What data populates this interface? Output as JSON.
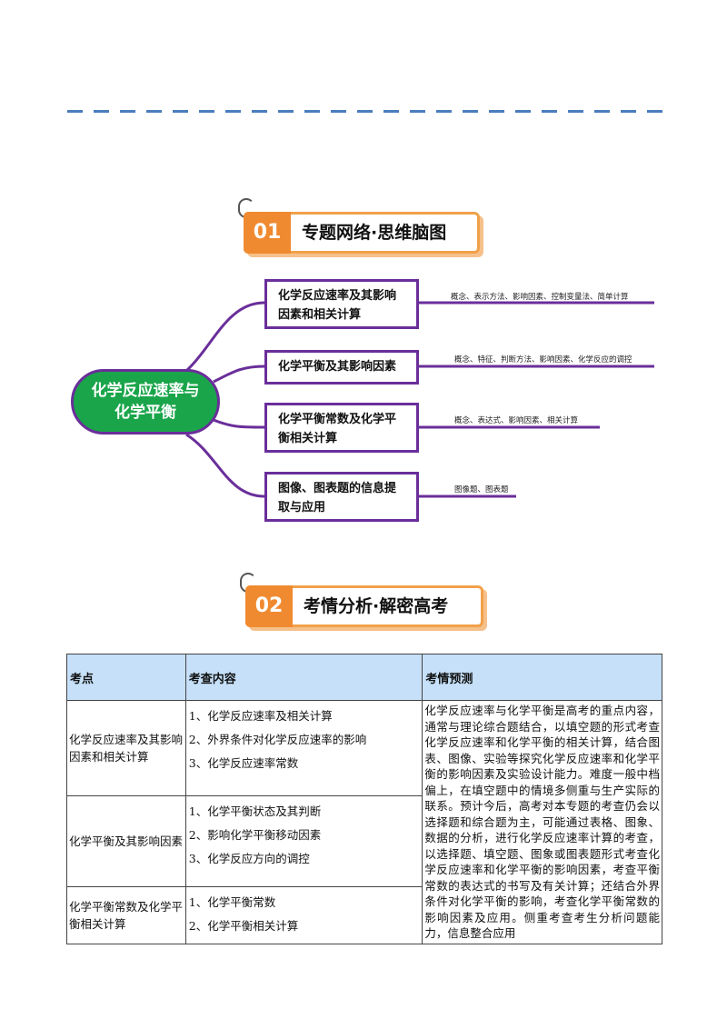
{
  "section1": {
    "number": "01",
    "title": "专题网络·思维脑图"
  },
  "section2": {
    "number": "02",
    "title": "考情分析·解密高考"
  },
  "mindmap": {
    "root": "化学反应速率与化学平衡",
    "branches": [
      {
        "label": "化学反应速率及其影响因素和相关计算",
        "leaf": "概念、表示方法、影响因素、控制变量法、简单计算"
      },
      {
        "label": "化学平衡及其影响因素",
        "leaf": "概念、特征、判断方法、影响因素、化学反应的调控"
      },
      {
        "label": "化学平衡常数及化学平衡相关计算",
        "leaf": "概念、表达式、影响因素、相关计算"
      },
      {
        "label": "图像、图表题的信息提取与应用",
        "leaf": "图像题、图表题"
      }
    ]
  },
  "table": {
    "headers": [
      "考点",
      "考查内容",
      "考情预测"
    ],
    "rows": [
      {
        "topic": "化学反应速率及其影响因素和相关计算",
        "contents": [
          "1、化学反应速率及相关计算",
          "2、外界条件对化学反应速率的影响",
          "3、化学反应速率常数"
        ]
      },
      {
        "topic": "化学平衡及其影响因素",
        "contents": [
          "1、化学平衡状态及其判断",
          "2、影响化学平衡移动因素",
          "3、化学反应方向的调控"
        ]
      },
      {
        "topic": "化学平衡常数及化学平衡相关计算",
        "contents": [
          "1、化学平衡常数",
          "2、化学平衡相关计算"
        ]
      }
    ],
    "forecast": "化学反应速率与化学平衡是高考的重点内容，通常与理论综合题结合，以填空题的形式考查化学反应速率和化学平衡的相关计算，结合图表、图像、实验等探究化学反应速率和化学平衡的影响因素及实验设计能力。难度一般中档偏上，在填空题中的情境多侧重与生产实际的联系。预计今后，高考对本专题的考查仍会以选择题和综合题为主，可能通过表格、图象、数据的分析，进行化学反应速率计算的考查，以选择题、填空题、图象或图表题形式考查化学反应速率和化学平衡的影响因素，考查平衡常数的表达式的书写及有关计算；还结合外界条件对化学平衡的影响，考查化学平衡常数的影响因素及应用。侧重考查考生分析问题能力，信息整合应用"
  }
}
